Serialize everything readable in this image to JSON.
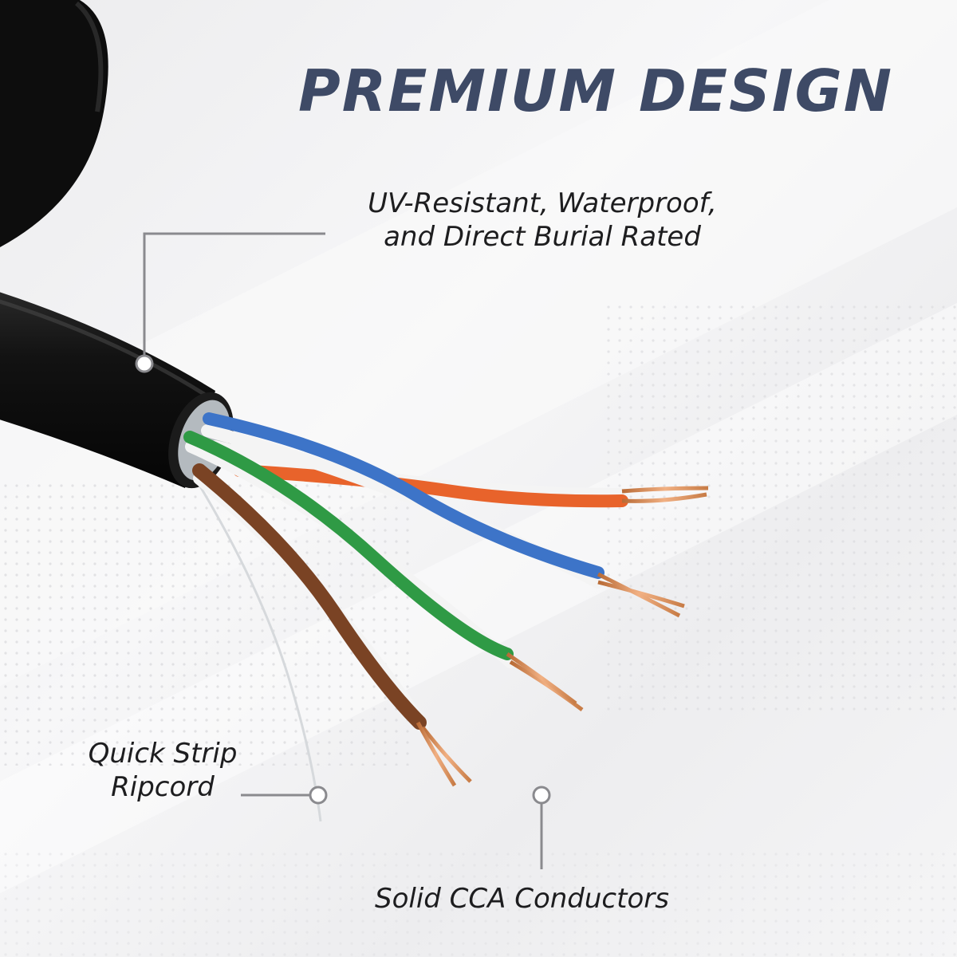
{
  "headline": "PREMIUM DESIGN",
  "callouts": {
    "jacket": {
      "line1": "UV-Resistant, Waterproof,",
      "line2": "and Direct Burial Rated"
    },
    "ripcord": {
      "line1": "Quick Strip",
      "line2": "Ripcord"
    },
    "conductors": {
      "line1": "Solid CCA Conductors"
    }
  },
  "colors": {
    "headline": "#3e4a66",
    "callout_text": "#1d1d1f",
    "leader_line": "#8a8a8e",
    "cable_jacket": "#151515",
    "pair_orange": "#e8632b",
    "pair_blue": "#3d74c8",
    "pair_green": "#2f9a45",
    "pair_brown": "#7a4324",
    "copper": "#d08a55"
  },
  "icons": [
    "callout-dot-icon",
    "cable-illustration"
  ]
}
